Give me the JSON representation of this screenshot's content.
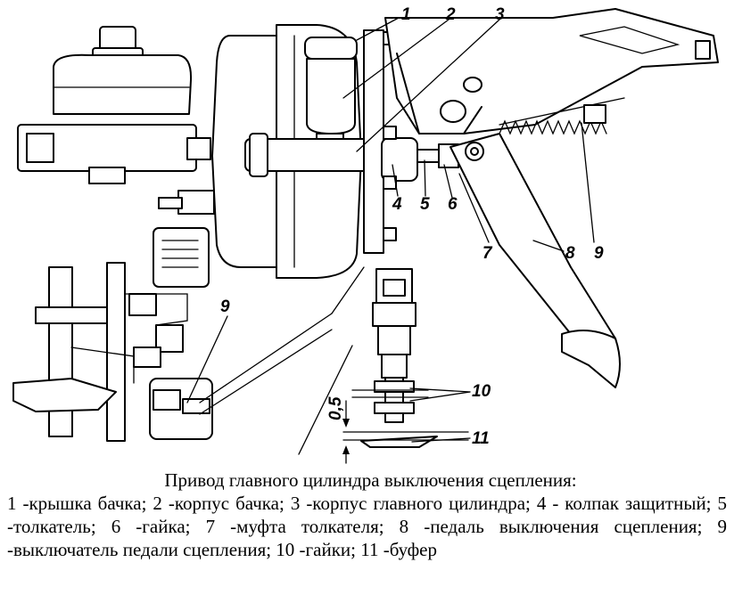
{
  "callouts": {
    "c1": "1",
    "c2": "2",
    "c3": "3",
    "c4": "4",
    "c5": "5",
    "c6": "6",
    "c7": "7",
    "c8": "8",
    "c9_top": "9",
    "c9_left": "9",
    "c10": "10",
    "c11": "11"
  },
  "dimension": "0,5",
  "caption": {
    "title": "Привод главного цилиндра выключения сцепления:",
    "legend": "1 -крышка бачка; 2 -корпус бачка; 3 -корпус главного цилиндра; 4 - колпак защитный; 5 -толкатель; 6 -гайка; 7 -муфта толкателя; 8 -педаль выключения сцепления; 9 -выключатель педали сцепления; 10 -гайки; 11 -буфер"
  }
}
